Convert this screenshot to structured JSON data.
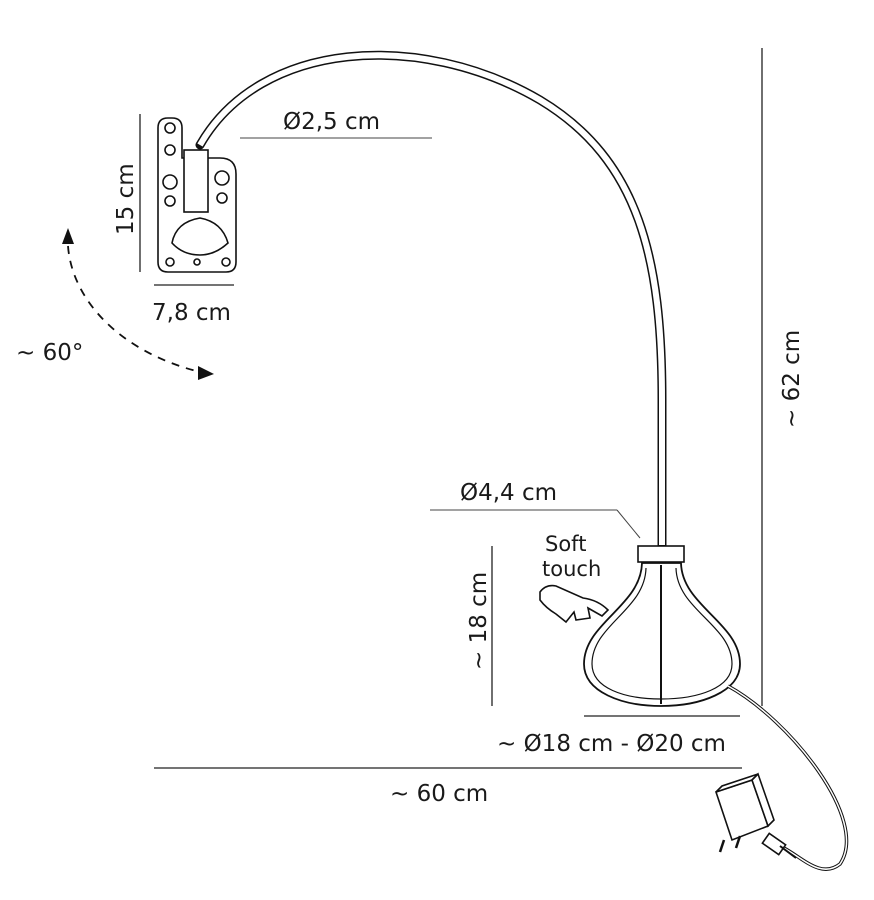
{
  "labels": {
    "arm_diameter": "Ø2,5 cm",
    "bracket_height": "15 cm",
    "bracket_width": "7,8 cm",
    "rotation_angle": "~ 60°",
    "total_height": "~ 62 cm",
    "neck_diameter": "Ø4,4 cm",
    "soft_touch_line1": "Soft",
    "soft_touch_line2": "touch",
    "shade_height": "~ 18 cm",
    "shade_diameter": "~ Ø18 cm - Ø20 cm",
    "total_reach": "~ 60 cm"
  },
  "icons": [
    "wall-bracket",
    "lamp-shade",
    "pointing-hand-icon",
    "power-adapter-icon",
    "rotation-arrow-icon"
  ],
  "colors": {
    "line": "#1a1a1a",
    "background": "#ffffff"
  }
}
